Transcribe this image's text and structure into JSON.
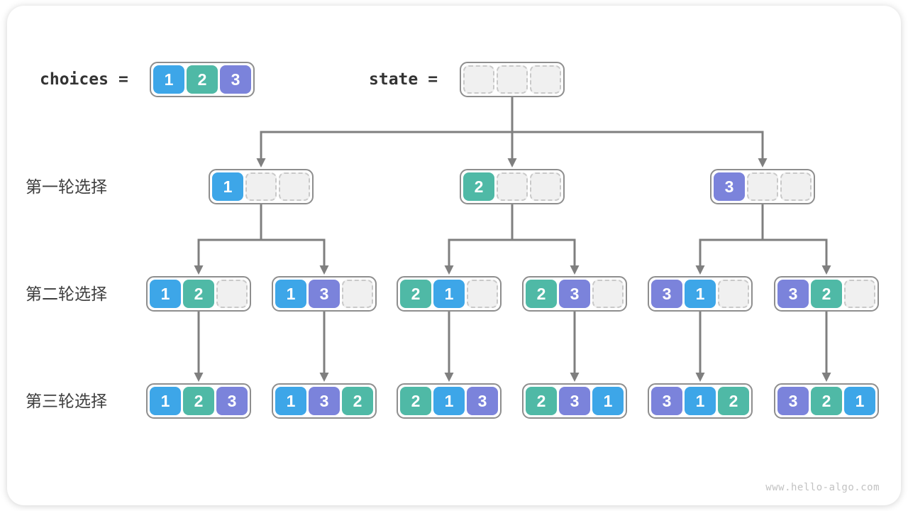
{
  "header": {
    "choices_label": "choices",
    "choices_equals": "=",
    "state_label": "state",
    "state_equals": "=",
    "choices_values": [
      1,
      2,
      3
    ],
    "state_values": [
      null,
      null,
      null
    ]
  },
  "row_labels": [
    "第一轮选择",
    "第二轮选择",
    "第三轮选择"
  ],
  "tree": {
    "level1": [
      [
        1,
        null,
        null
      ],
      [
        2,
        null,
        null
      ],
      [
        3,
        null,
        null
      ]
    ],
    "level2": [
      [
        1,
        2,
        null
      ],
      [
        1,
        3,
        null
      ],
      [
        2,
        1,
        null
      ],
      [
        2,
        3,
        null
      ],
      [
        3,
        1,
        null
      ],
      [
        3,
        2,
        null
      ]
    ],
    "level3": [
      [
        1,
        2,
        3
      ],
      [
        1,
        3,
        2
      ],
      [
        2,
        1,
        3
      ],
      [
        2,
        3,
        1
      ],
      [
        3,
        1,
        2
      ],
      [
        3,
        2,
        1
      ]
    ]
  },
  "colors": {
    "1": "#3da6e8",
    "2": "#4fb9a6",
    "3": "#7b83db"
  },
  "connector_color": "#7f7f7f",
  "watermark": "www.hello-algo.com"
}
